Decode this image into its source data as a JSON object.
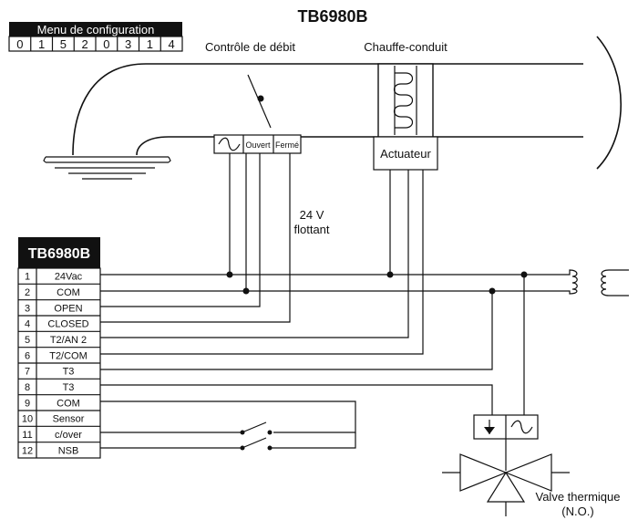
{
  "title": "TB6980B",
  "config_menu": {
    "label": "Menu de configuration",
    "digits": [
      "0",
      "1",
      "5",
      "2",
      "0",
      "3",
      "1",
      "4"
    ]
  },
  "duct": {
    "flow_control_label": "Contrôle de débit",
    "duct_heater_label": "Chauffe-conduit",
    "actuator_label": "Actuateur",
    "damper_terminals": [
      "Ouvert",
      "Fermé"
    ]
  },
  "supply_label": {
    "line1": "24 V",
    "line2": "flottant"
  },
  "controller": {
    "header": "TB6980B",
    "terminals": [
      {
        "num": "1",
        "name": "24Vac"
      },
      {
        "num": "2",
        "name": "COM"
      },
      {
        "num": "3",
        "name": "OPEN"
      },
      {
        "num": "4",
        "name": "CLOSED"
      },
      {
        "num": "5",
        "name": "T2/AN 2"
      },
      {
        "num": "6",
        "name": "T2/COM"
      },
      {
        "num": "7",
        "name": "T3"
      },
      {
        "num": "8",
        "name": "T3"
      },
      {
        "num": "9",
        "name": "COM"
      },
      {
        "num": "10",
        "name": "Sensor"
      },
      {
        "num": "11",
        "name": "c/over"
      },
      {
        "num": "12",
        "name": "NSB"
      }
    ]
  },
  "valve": {
    "line1": "Valve thermique",
    "line2": "(N.O.)"
  },
  "icons": {
    "ac": "ac-sine-icon",
    "arrow_down": "arrow-down-icon"
  }
}
